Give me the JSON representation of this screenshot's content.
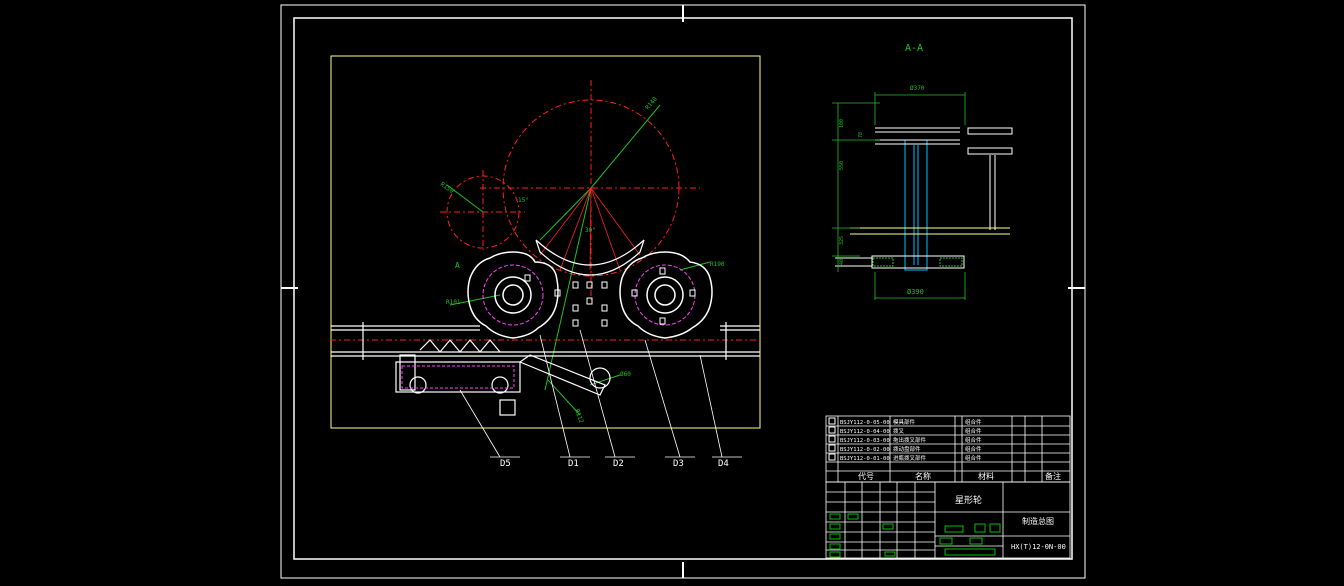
{
  "colors": {
    "background": "#000000",
    "frame": "#ffffff",
    "outline": "#ffff80",
    "center_line": "#ff2020",
    "dimension": "#20c020",
    "leader": "#ffffff",
    "hidden": "#ff40ff",
    "title_block": "#ffffff",
    "fill_green": "#00c000"
  },
  "section_view": {
    "title": "A-A",
    "dim_top": "Ø370",
    "dim_bottom": "Ø390",
    "dim_left_1": "100",
    "dim_left_2": "78",
    "dim_left_3": "550",
    "dim_left_4": "325",
    "dim_left_5": "40"
  },
  "front_view": {
    "section_marker": "A",
    "radius_large": "R140",
    "radius_small": "R150",
    "radius_left_gear": "R101",
    "radius_right_gear": "R190",
    "angle_1": "15°",
    "angle_2": "30°",
    "dim_small_1": "Ø60",
    "dim_small_2": "R112"
  },
  "callouts": [
    {
      "label": "D5"
    },
    {
      "label": "D1"
    },
    {
      "label": "D2"
    },
    {
      "label": "D3"
    },
    {
      "label": "D4"
    }
  ],
  "parts_list": {
    "rows": [
      {
        "code": "BSJY112-0-05-00",
        "name": "模具部件",
        "material": "组合件"
      },
      {
        "code": "BSJY112-0-04-00",
        "name": "拨叉",
        "material": "组合件"
      },
      {
        "code": "BSJY112-0-03-00",
        "name": "拖出拨叉部件",
        "material": "组合件"
      },
      {
        "code": "BSJY112-0-02-00",
        "name": "拨动盘部件",
        "material": "组合件"
      },
      {
        "code": "BSJY112-0-01-00",
        "name": "进瓶拨叉部件",
        "material": "组合件"
      }
    ],
    "header": {
      "code": "代号",
      "name": "名称",
      "material": "材料",
      "remark": "备注"
    }
  },
  "title_block": {
    "drawing_title": "星形轮",
    "company": "制造总图",
    "drawing_number": "HX(T)12-0N-00"
  }
}
